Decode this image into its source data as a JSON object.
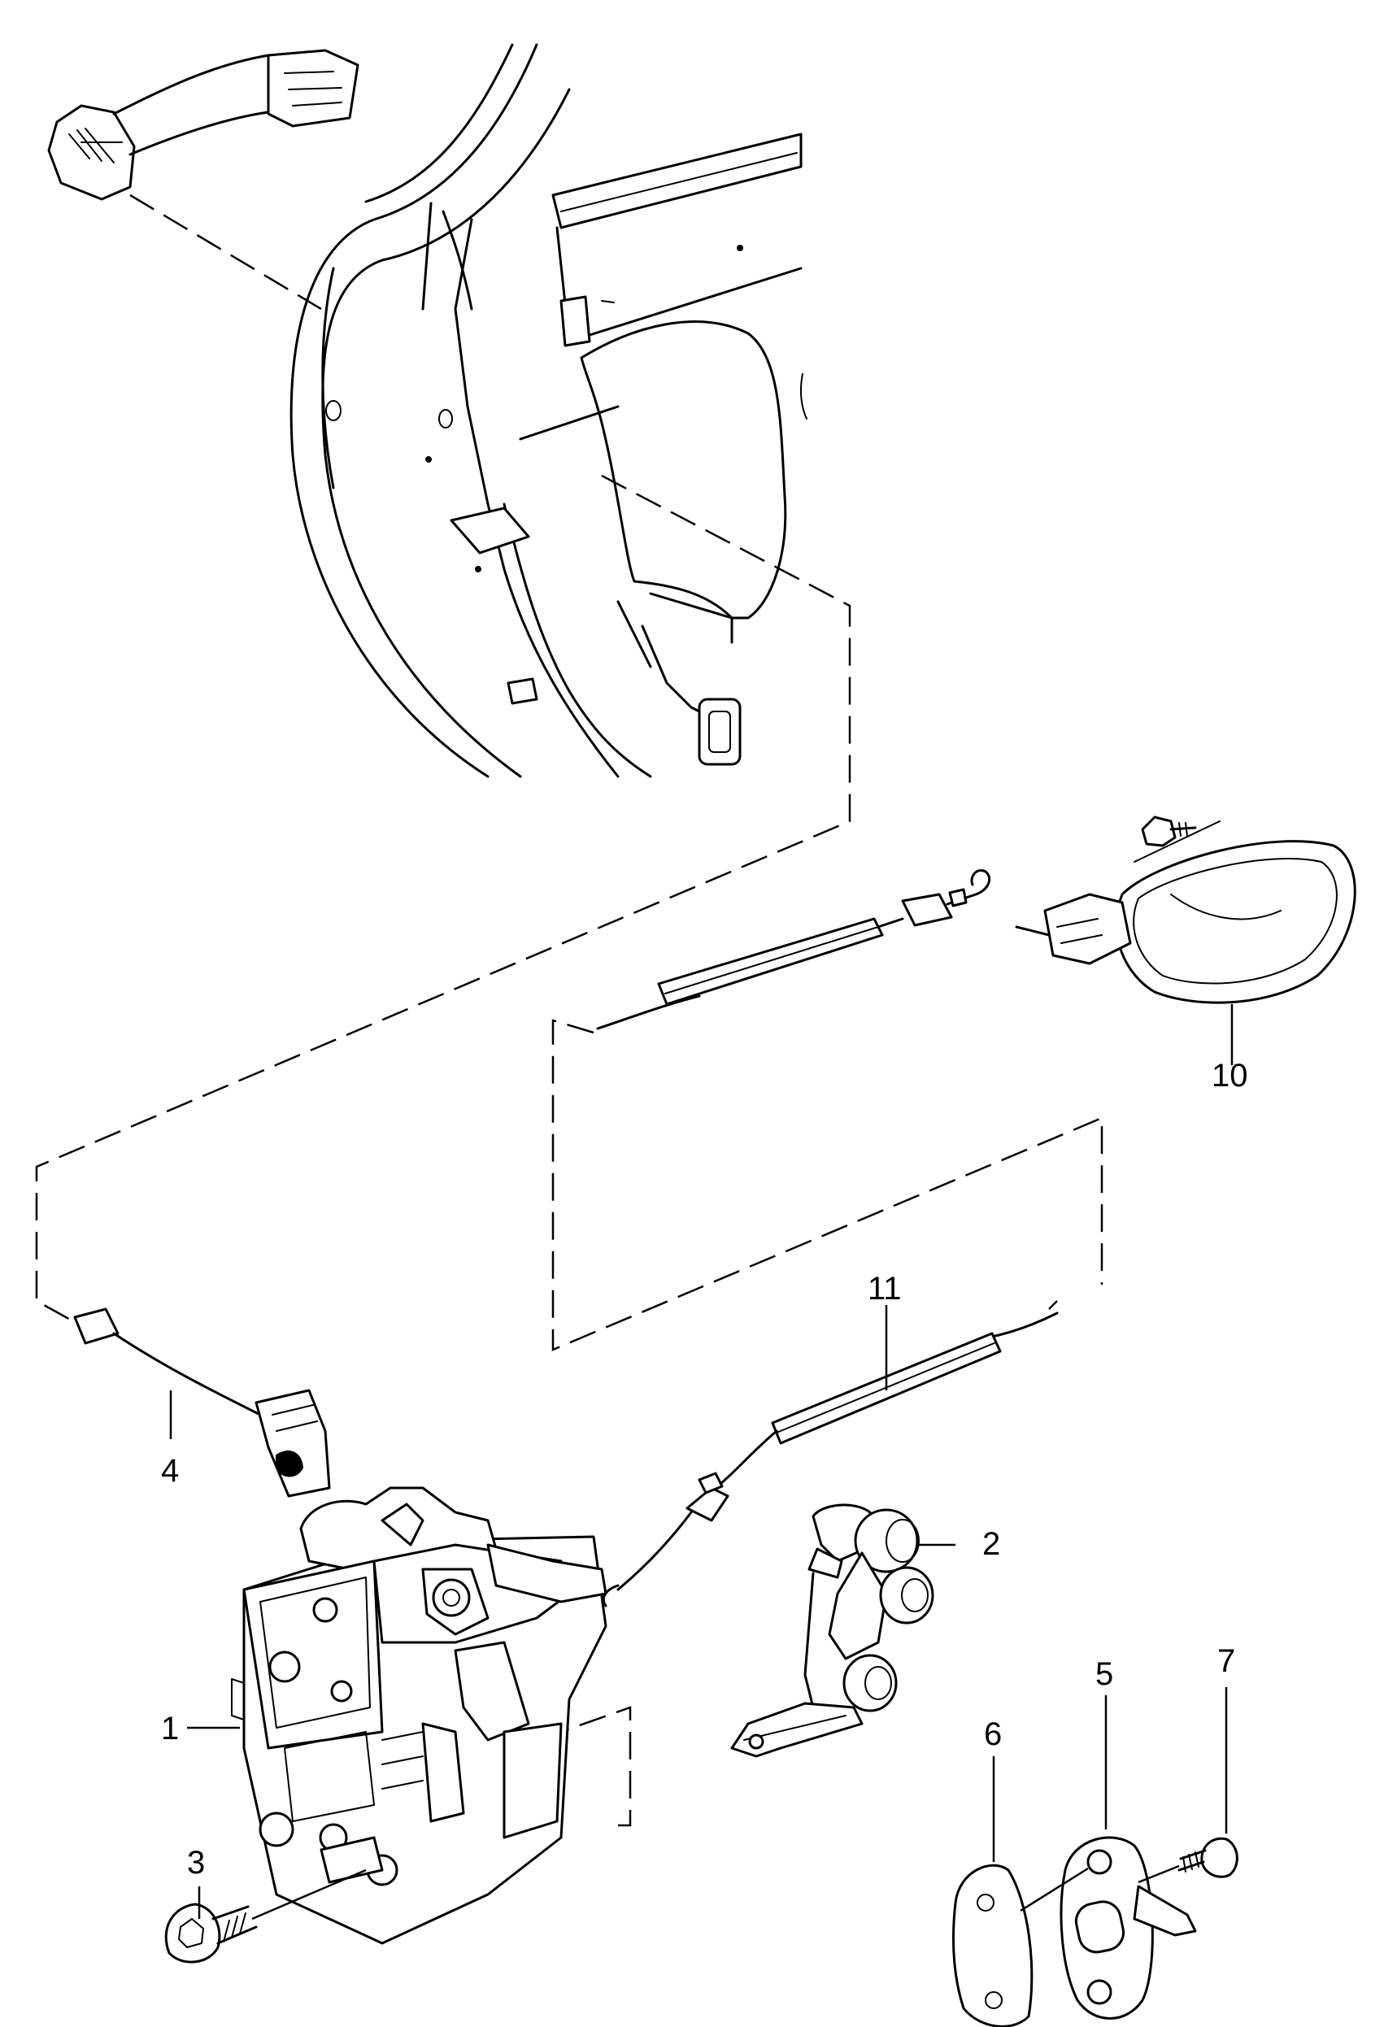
{
  "callouts": {
    "c1": "1",
    "c2": "2",
    "c3": "3",
    "c4": "4",
    "c5": "5",
    "c6": "6",
    "c7": "7",
    "c10": "10",
    "c11": "11"
  }
}
